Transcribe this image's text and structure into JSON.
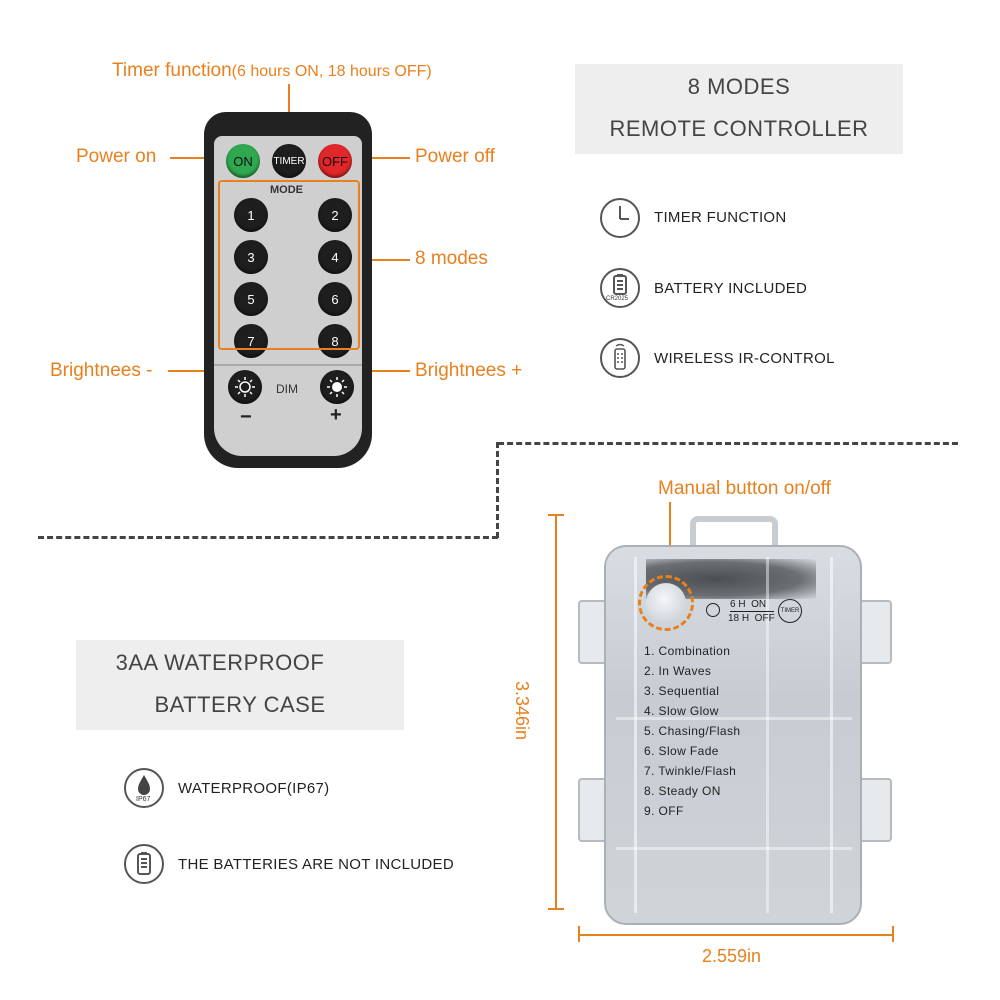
{
  "remote_section": {
    "timer_label": "Timer function",
    "timer_note": "(6 hours ON, 18 hours OFF)",
    "power_on": "Power on",
    "power_off": "Power off",
    "modes_label": "8 modes",
    "bright_minus": "Brightnees -",
    "bright_plus": "Brightnees +",
    "buttons": {
      "on": "ON",
      "timer": "TIMER",
      "off": "OFF",
      "mode_label": "MODE",
      "numbers": [
        "1",
        "2",
        "3",
        "4",
        "5",
        "6",
        "7",
        "8"
      ],
      "dim": "DIM",
      "minus": "−",
      "plus": "+"
    }
  },
  "remote_title": {
    "line1": "8 MODES",
    "line2": "REMOTE CONTROLLER"
  },
  "remote_features": [
    {
      "icon": "clock-icon",
      "text": "TIMER FUNCTION"
    },
    {
      "icon": "battery-icon",
      "text": "BATTERY INCLUDED",
      "icon_text": "CR2025"
    },
    {
      "icon": "remote-icon",
      "text": "WIRELESS IR-CONTROL"
    }
  ],
  "case_title": {
    "line1": "3AA WATERPROOF",
    "line2": "BATTERY CASE"
  },
  "case_features": [
    {
      "icon": "water-drop-icon",
      "text": "WATERPROOF(IP67)",
      "icon_text": "IP67"
    },
    {
      "icon": "battery-icon",
      "text": "THE BATTERIES ARE NOT INCLUDED"
    }
  ],
  "case": {
    "manual_button_label": "Manual button on/off",
    "timer_badge": "TIMER",
    "timer_on": "6 H  ON",
    "timer_off": "18 H  OFF",
    "modes": [
      "1. Combination",
      "2. In Waves",
      "3. Sequential",
      "4. Slow Glow",
      "5. Chasing/Flash",
      "6. Slow Fade",
      "7. Twinkle/Flash",
      "8. Steady ON",
      "9. OFF"
    ],
    "height_label": "3.346in",
    "width_label": "2.559in"
  },
  "colors": {
    "accent": "#e8801e",
    "on_button": "#2fa84f",
    "off_button": "#e2262a"
  }
}
